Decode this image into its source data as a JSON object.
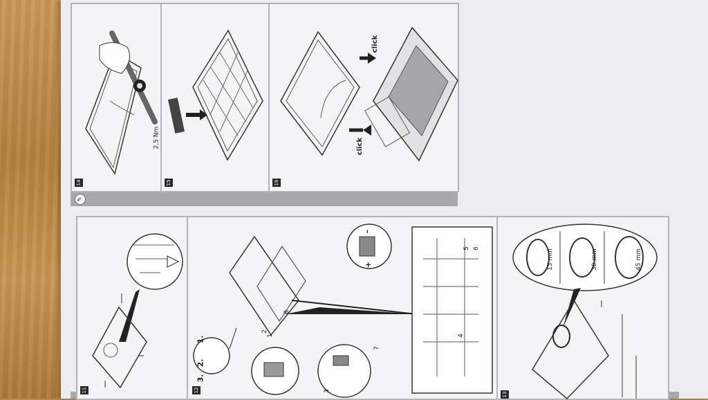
{
  "upper_strip": {
    "steps": [
      {
        "num": "14",
        "torque": "2,5 Nm"
      },
      {
        "num": "15"
      },
      {
        "num": "16",
        "click_labels": [
          "click",
          "click"
        ]
      }
    ]
  },
  "lower_strip": {
    "steps": [
      {
        "num": "11"
      },
      {
        "num": "12",
        "sequence": [
          "1.",
          "2.",
          "3."
        ],
        "callouts": [
          "1",
          "2",
          "3",
          "4",
          "5",
          "6",
          "7",
          "8"
        ],
        "polarity": [
          "+",
          "–"
        ]
      },
      {
        "num": "13",
        "dimensions": [
          "15 mm",
          "30 mm",
          "45 mm"
        ]
      }
    ]
  }
}
